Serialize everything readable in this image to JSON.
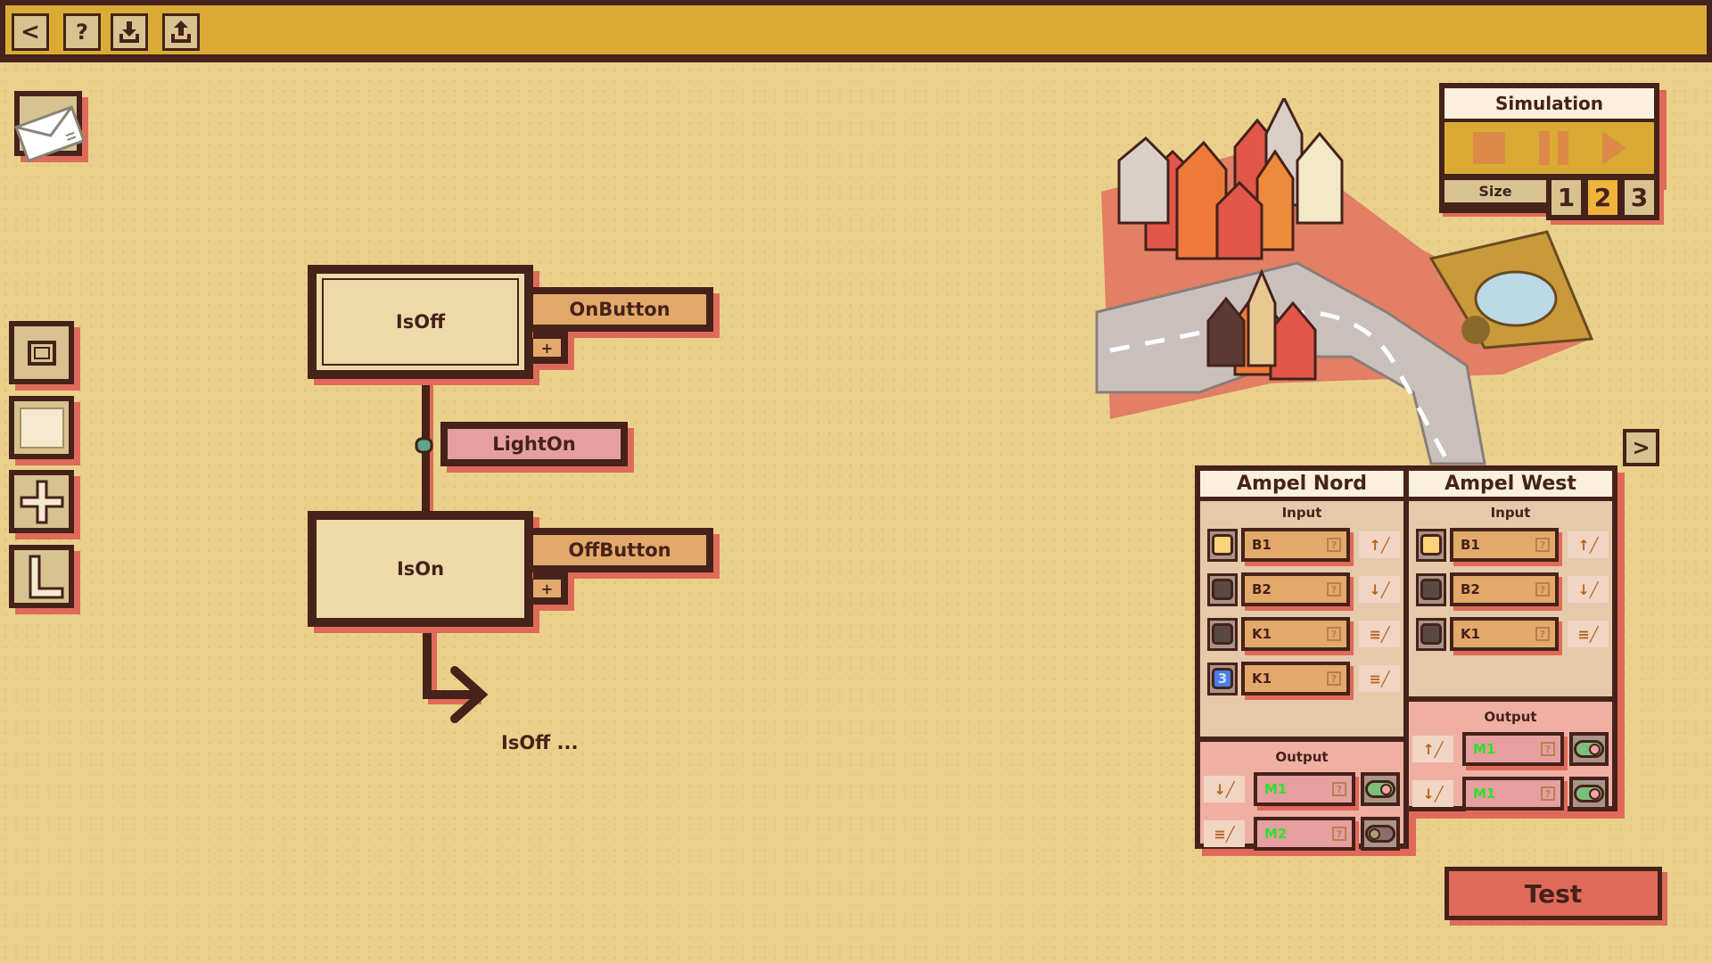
{
  "toolbar": {
    "back": "<",
    "help": "?",
    "download_icon": "download-icon",
    "upload_icon": "upload-icon"
  },
  "editor": {
    "states": [
      {
        "name": "IsOff",
        "initial": true
      },
      {
        "name": "IsOn",
        "initial": false
      }
    ],
    "triggers": {
      "on": "OnButton",
      "off": "OffButton",
      "add": "+"
    },
    "action": "LightOn",
    "transition_target": "IsOff ..."
  },
  "simulation": {
    "title": "Simulation",
    "size_label": "Size",
    "sizes": [
      "1",
      "2",
      "3"
    ],
    "selected_size": "2"
  },
  "expand": ">",
  "panels": [
    {
      "title": "Ampel Nord",
      "input_label": "Input",
      "output_label": "Output",
      "inputs": [
        {
          "name": "B1",
          "lamp": "#fcd27a",
          "badge": ""
        },
        {
          "name": "B2",
          "lamp": "#5a4a42",
          "badge": ""
        },
        {
          "name": "K1",
          "lamp": "#5a4a42",
          "badge": ""
        },
        {
          "name": "K1",
          "lamp": "#4c7de8",
          "badge": "3"
        }
      ],
      "input_icons": [
        "↑",
        "↓",
        "≡",
        "≡"
      ],
      "outputs": [
        {
          "name": "M1",
          "on": true,
          "icon": "↓"
        },
        {
          "name": "M2",
          "on": false,
          "icon": "≡"
        }
      ]
    },
    {
      "title": "Ampel West",
      "input_label": "Input",
      "output_label": "Output",
      "inputs": [
        {
          "name": "B1",
          "lamp": "#fcd27a",
          "badge": ""
        },
        {
          "name": "B2",
          "lamp": "#5a4a42",
          "badge": ""
        },
        {
          "name": "K1",
          "lamp": "#5a4a42",
          "badge": ""
        }
      ],
      "input_icons": [
        "↑",
        "↓",
        "≡"
      ],
      "outputs": [
        {
          "name": "M1",
          "on": true,
          "icon": "↑"
        },
        {
          "name": "M1",
          "on": true,
          "icon": "↓"
        }
      ]
    }
  ],
  "help_mark": "?",
  "test_label": "Test"
}
